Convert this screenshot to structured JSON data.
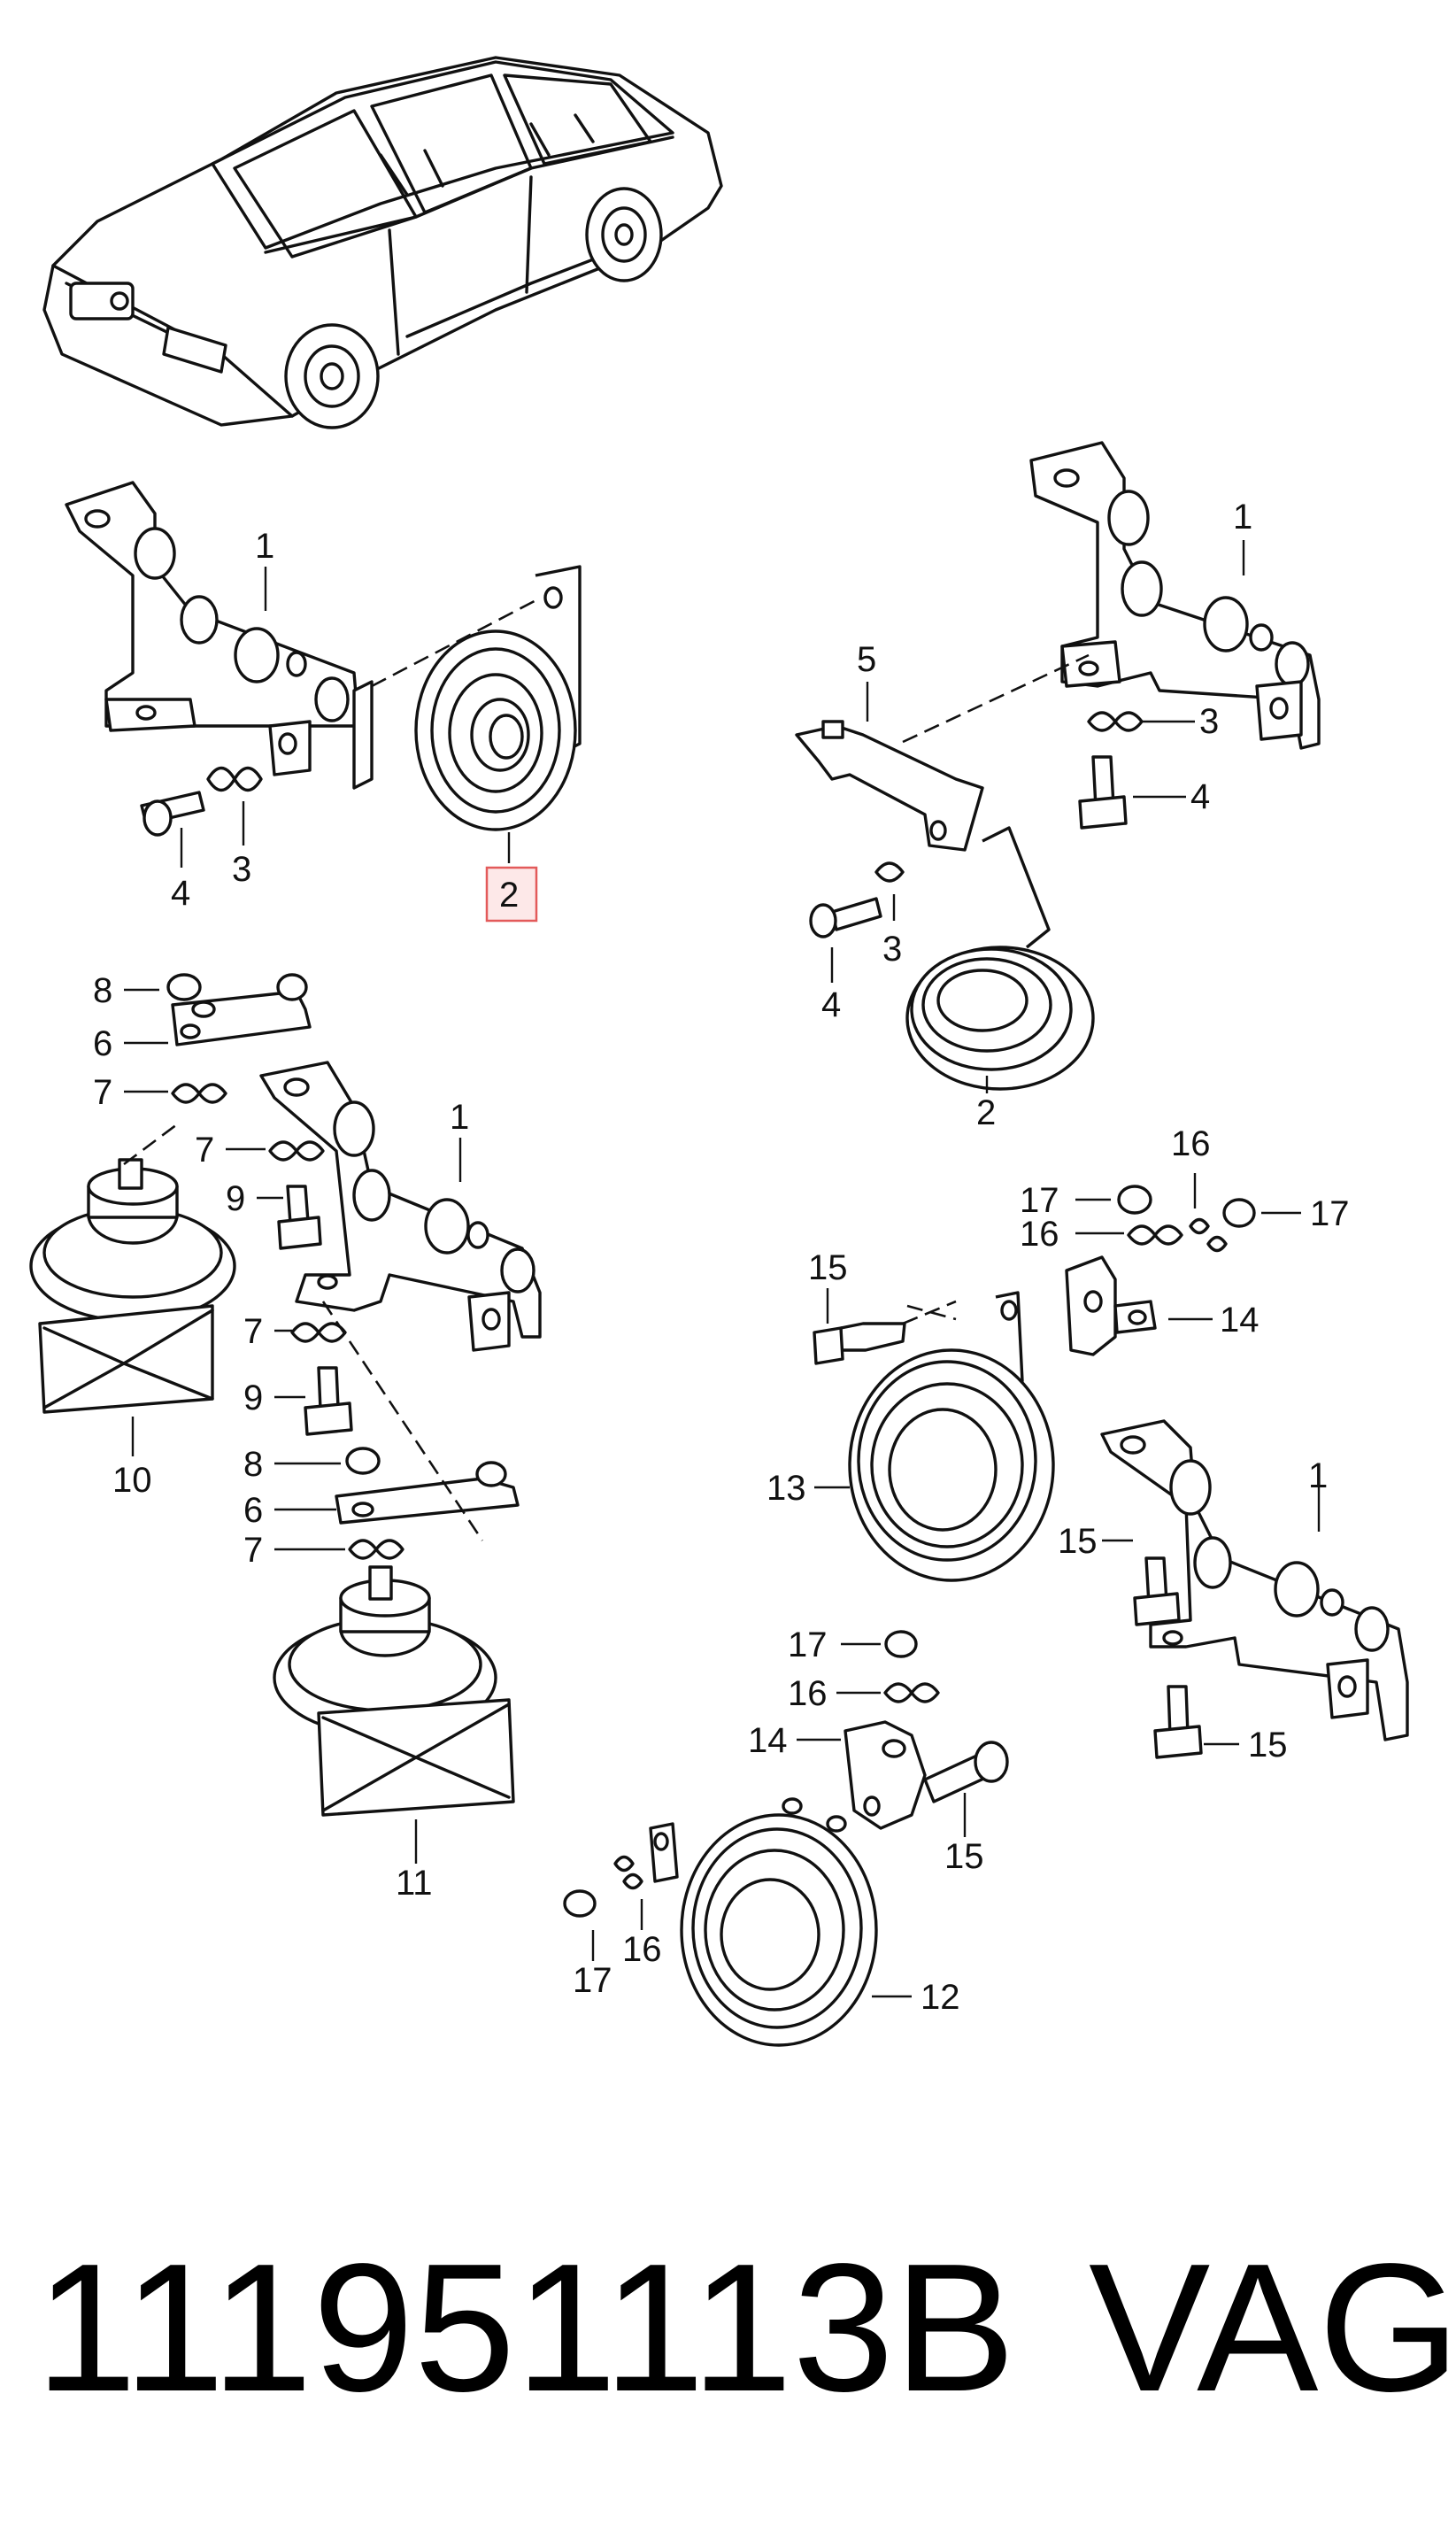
{
  "diagram": {
    "callouts": {
      "a1": "1",
      "a2": "2",
      "a3": "3",
      "a4": "4",
      "b1": "1",
      "b2": "2",
      "b3a": "3",
      "b3b": "3",
      "b4a": "4",
      "b4b": "4",
      "b5": "5",
      "c8a": "8",
      "c6a": "6",
      "c7a": "7",
      "c7b": "7",
      "c9a": "9",
      "c1": "1",
      "c10": "10",
      "c7c": "7",
      "c9b": "9",
      "c8b": "8",
      "c6b": "6",
      "c7d": "7",
      "c11": "11",
      "d16a": "16",
      "d17a": "17",
      "d17b": "17",
      "d16b": "16",
      "d15a": "15",
      "d14a": "14",
      "d13": "13",
      "d15b": "15",
      "d1": "1",
      "d17c": "17",
      "d16c": "16",
      "d14b": "14",
      "d15c": "15",
      "d15d": "15",
      "d17d": "17",
      "d16d": "16",
      "d12": "12"
    },
    "highlighted_callout": "2",
    "highlight_color": "#e35a5a"
  },
  "footer": {
    "part_number": "111951113B",
    "brand": "VAG"
  }
}
